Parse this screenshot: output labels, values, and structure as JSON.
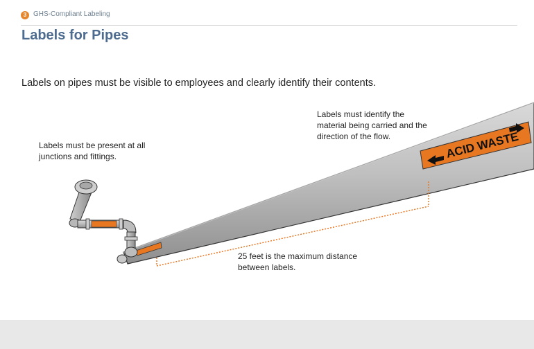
{
  "header": {
    "step_number": "3",
    "module_title": "GHS-Compliant Labeling"
  },
  "page": {
    "title": "Labels for Pipes",
    "intro": "Labels on pipes must be visible to employees and clearly identify their contents."
  },
  "callouts": {
    "junctions": "Labels must be present at all junctions and fittings.",
    "flow": "Labels must identify the material being carried and the direction of the flow.",
    "distance": "25 feet is the maximum distance between labels."
  },
  "pipe_label": {
    "text": "ACID WASTE",
    "color": "#e87722"
  },
  "colors": {
    "title": "#4d6c8f",
    "badge": "#e5862c",
    "dotted_line": "#e87722"
  }
}
